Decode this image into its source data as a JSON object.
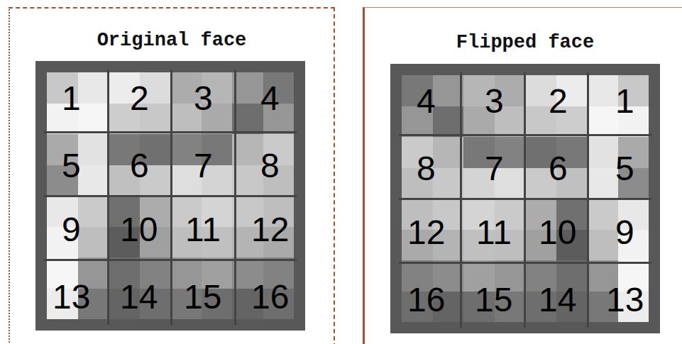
{
  "diagram": {
    "nodes": [
      {
        "text": [
          "Original face"
        ]
      },
      {
        "text": [
          "Flipped face"
        ]
      }
    ],
    "labels": [
      "1",
      "2",
      "3",
      "4",
      "5",
      "6",
      "7",
      "8",
      "9",
      "10",
      "11",
      "12",
      "13",
      "14",
      "15",
      "16",
      "4",
      "3",
      "2",
      "1",
      "8",
      "7",
      "6",
      "5",
      "12",
      "11",
      "10",
      "9",
      "16",
      "15",
      "14",
      "13"
    ]
  }
}
